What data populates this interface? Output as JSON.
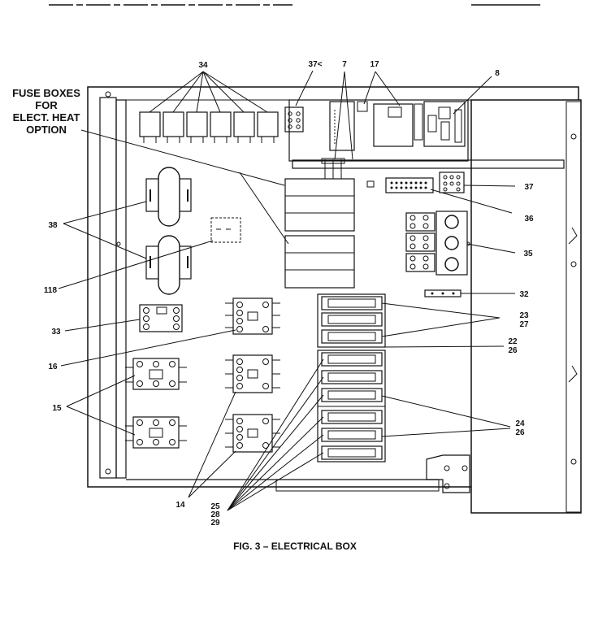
{
  "caption": "FIG. 3 – ELECTRICAL BOX",
  "fuse_label": [
    "FUSE BOXES",
    "FOR",
    "ELECT. HEAT",
    "OPTION"
  ],
  "callouts": {
    "c34": "34",
    "c37a": "37<",
    "c7": "7",
    "c17": "17",
    "c8": "8",
    "c37b": "37",
    "c36": "36",
    "c35": "35",
    "c32": "32",
    "c38": "38",
    "c118": "118",
    "c33": "33",
    "c16": "16",
    "c15": "15",
    "c2327": [
      "23",
      "27"
    ],
    "c2226": [
      "22",
      "26"
    ],
    "c2426": [
      "24",
      "26"
    ],
    "c14": "14",
    "c252829": [
      "25",
      "28",
      "29"
    ]
  },
  "colors": {
    "ink": "#111111",
    "paper": "#ffffff"
  }
}
